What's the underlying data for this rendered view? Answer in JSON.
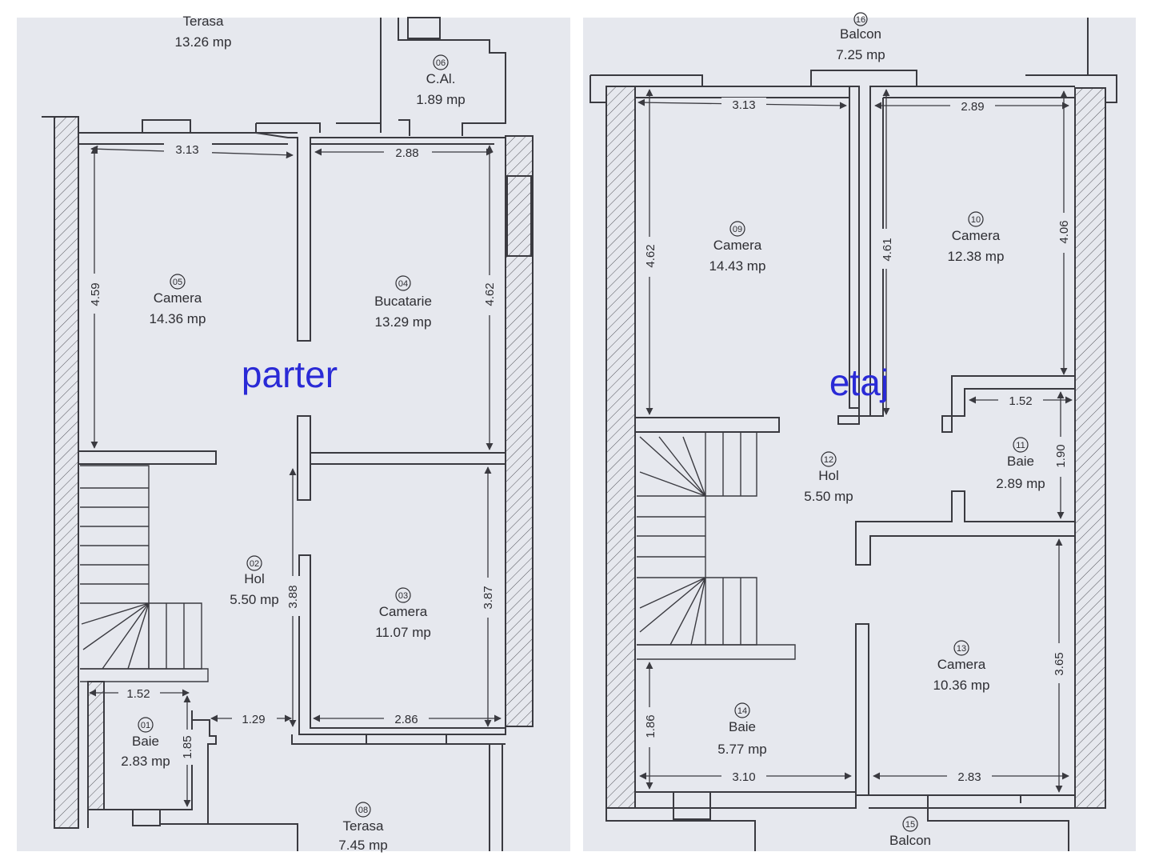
{
  "floors": {
    "parter": "parter",
    "etaj": "etaj"
  },
  "rooms_parter": [
    {
      "num": "01",
      "name": "Baie",
      "area": "2.83 mp"
    },
    {
      "num": "02",
      "name": "Hol",
      "area": "5.50 mp"
    },
    {
      "num": "03",
      "name": "Camera",
      "area": "11.07 mp"
    },
    {
      "num": "04",
      "name": "Bucatarie",
      "area": "13.29 mp"
    },
    {
      "num": "05",
      "name": "Camera",
      "area": "14.36 mp"
    },
    {
      "num": "06",
      "name": "C.Al.",
      "area": "1.89 mp"
    },
    {
      "num": "08",
      "name": "Terasa",
      "area": "7.45 mp"
    },
    {
      "name": "Terasa",
      "area": "13.26 mp"
    }
  ],
  "rooms_etaj": [
    {
      "num": "09",
      "name": "Camera",
      "area": "14.43 mp"
    },
    {
      "num": "10",
      "name": "Camera",
      "area": "12.38 mp"
    },
    {
      "num": "11",
      "name": "Baie",
      "area": "2.89 mp"
    },
    {
      "num": "12",
      "name": "Hol",
      "area": "5.50 mp"
    },
    {
      "num": "13",
      "name": "Camera",
      "area": "10.36 mp"
    },
    {
      "num": "14",
      "name": "Baie",
      "area": "5.77 mp"
    },
    {
      "num": "15",
      "name": "Balcon"
    },
    {
      "num": "16",
      "name": "Balcon",
      "area": "7.25 mp"
    }
  ],
  "dims_parter": {
    "d_313": "3.13",
    "d_288": "2.88",
    "d_459": "4.59",
    "d_462": "4.62",
    "d_388": "3.88",
    "d_387": "3.87",
    "d_286": "2.86",
    "d_129": "1.29",
    "d_152": "1.52",
    "d_185": "1.85"
  },
  "dims_etaj": {
    "d_313": "3.13",
    "d_289": "2.89",
    "d_462": "4.62",
    "d_461": "4.61",
    "d_406": "4.06",
    "d_152": "1.52",
    "d_190": "1.90",
    "d_365": "3.65",
    "d_186": "1.86",
    "d_310": "3.10",
    "d_283": "2.83"
  }
}
